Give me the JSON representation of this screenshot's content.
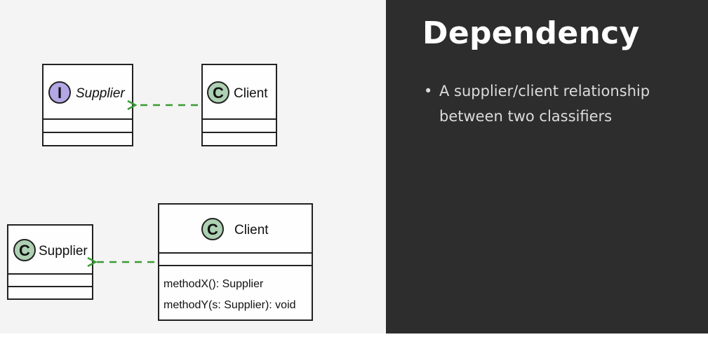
{
  "slide": {
    "title": "Dependency",
    "bullets": [
      "A supplier/client relationship between two classifiers"
    ]
  },
  "diagram1": {
    "supplier": {
      "stereotype": "I",
      "name": "Supplier",
      "italic": true
    },
    "client": {
      "stereotype": "C",
      "name": "Client"
    }
  },
  "diagram2": {
    "supplier": {
      "stereotype": "C",
      "name": "Supplier"
    },
    "client": {
      "stereotype": "C",
      "name": "Client",
      "methods": [
        "methodX(): Supplier",
        "methodY(s: Supplier): void"
      ]
    }
  },
  "colors": {
    "interface_badge": "#b4a7e5",
    "class_badge": "#add1b2",
    "arrow": "#3a9a33",
    "slide_bg": "#2d2d2d",
    "diagram_bg": "#f4f4f4"
  }
}
